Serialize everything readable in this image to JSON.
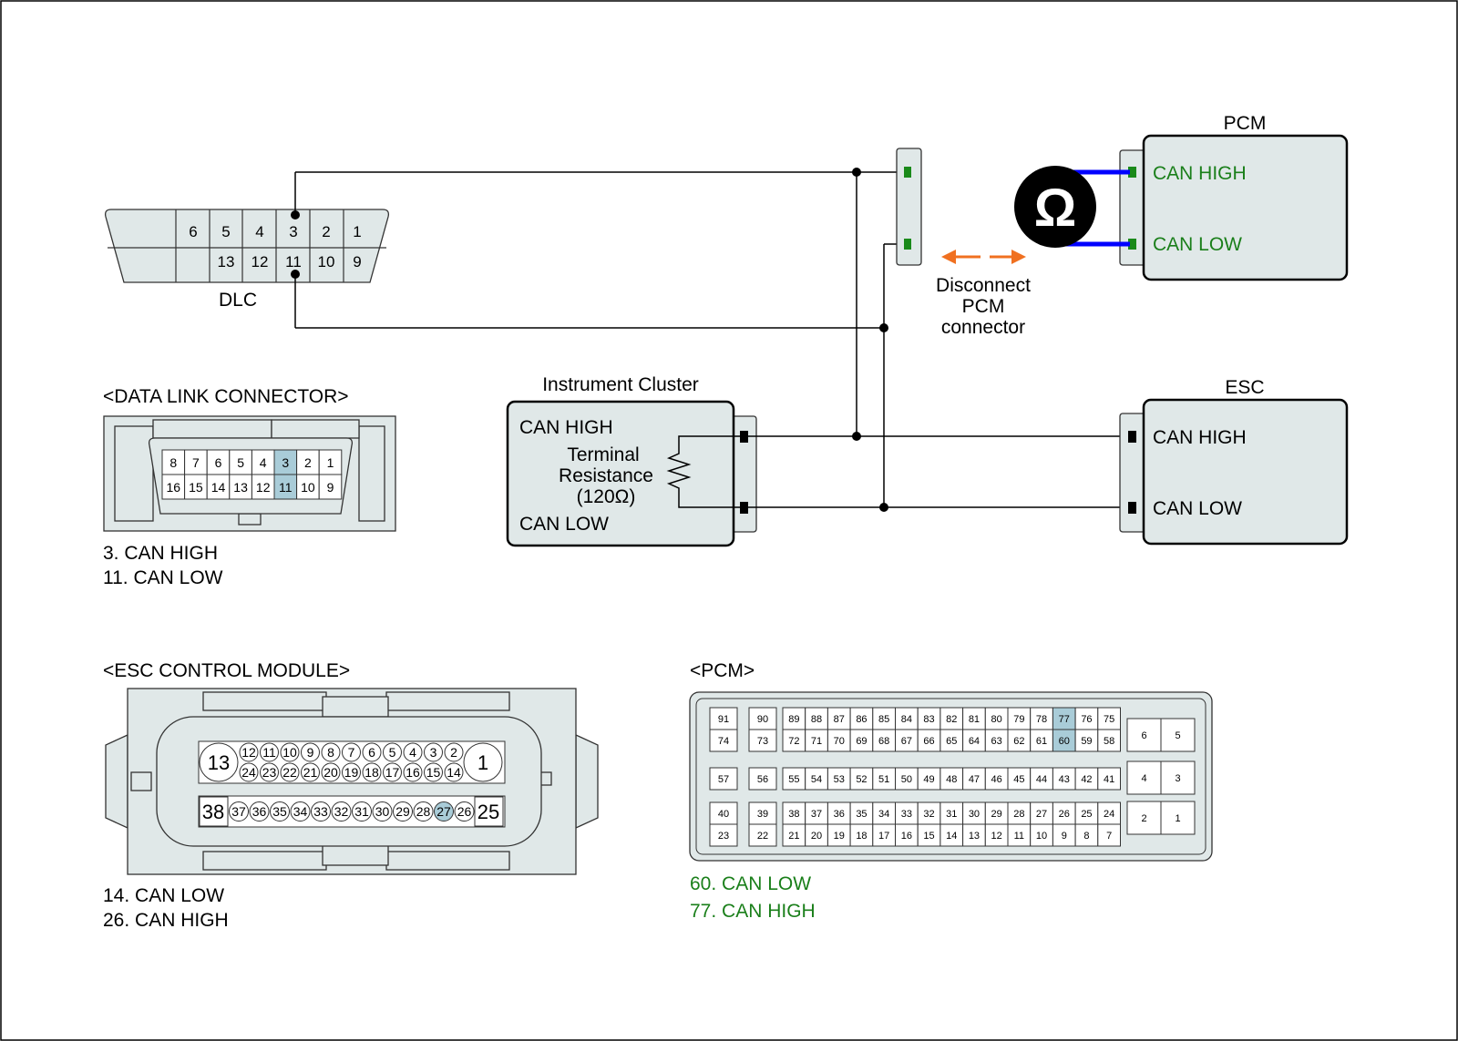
{
  "dlc": {
    "label": "DLC",
    "top_pins": [
      "6",
      "5",
      "4",
      "3",
      "2",
      "1"
    ],
    "bottom_pins": [
      "13",
      "12",
      "11",
      "10",
      "9"
    ]
  },
  "dlc_connector": {
    "title": "<DATA LINK CONNECTOR>",
    "top_pins": [
      "8",
      "7",
      "6",
      "5",
      "4",
      "3",
      "2",
      "1"
    ],
    "bottom_pins": [
      "16",
      "15",
      "14",
      "13",
      "12",
      "11",
      "10",
      "9"
    ],
    "highlighted": [
      "3",
      "11"
    ],
    "notes": [
      "3. CAN HIGH",
      "11. CAN LOW"
    ]
  },
  "pcm": {
    "title": "PCM",
    "can_high": "CAN HIGH",
    "can_low": "CAN LOW",
    "wire_color": "#0000ff",
    "terminal_color": "#1a8a1a"
  },
  "ohmmeter": {
    "symbol": "Ω"
  },
  "disconnect": {
    "lines": [
      "Disconnect",
      "PCM",
      "connector"
    ],
    "arrow_color": "#f07020"
  },
  "instrument_cluster": {
    "title": "Instrument Cluster",
    "can_high": "CAN HIGH",
    "can_low": "CAN LOW",
    "terminal_lines": [
      "Terminal",
      "Resistance",
      "(120Ω)"
    ]
  },
  "esc": {
    "title": "ESC",
    "can_high": "CAN HIGH",
    "can_low": "CAN LOW"
  },
  "esc_module": {
    "title": "<ESC CONTROL MODULE>",
    "row1": [
      "12",
      "11",
      "10",
      "9",
      "8",
      "7",
      "6",
      "5",
      "4",
      "3",
      "2"
    ],
    "row2": [
      "24",
      "23",
      "22",
      "21",
      "20",
      "19",
      "18",
      "17",
      "16",
      "15",
      "14"
    ],
    "row3": [
      "37",
      "36",
      "35",
      "34",
      "33",
      "32",
      "31",
      "30",
      "29",
      "28",
      "27",
      "26"
    ],
    "big_pins": [
      "13",
      "1",
      "38",
      "25"
    ],
    "highlighted": [
      "27"
    ],
    "notes": [
      "14. CAN LOW",
      "26. CAN HIGH"
    ]
  },
  "pcm_connector": {
    "title": "<PCM>",
    "main_rows": [
      [
        "89",
        "88",
        "87",
        "86",
        "85",
        "84",
        "83",
        "82",
        "81",
        "80",
        "79",
        "78",
        "77",
        "76",
        "75"
      ],
      [
        "72",
        "71",
        "70",
        "69",
        "68",
        "67",
        "66",
        "65",
        "64",
        "63",
        "62",
        "61",
        "60",
        "59",
        "58"
      ],
      [
        "55",
        "54",
        "53",
        "52",
        "51",
        "50",
        "49",
        "48",
        "47",
        "46",
        "45",
        "44",
        "43",
        "42",
        "41"
      ],
      [
        "38",
        "37",
        "36",
        "35",
        "34",
        "33",
        "32",
        "31",
        "30",
        "29",
        "28",
        "27",
        "26",
        "25",
        "24"
      ],
      [
        "21",
        "20",
        "19",
        "18",
        "17",
        "16",
        "15",
        "14",
        "13",
        "12",
        "11",
        "10",
        "9",
        "8",
        "7"
      ]
    ],
    "left_col_a": [
      "91",
      "74",
      "57",
      "40",
      "23"
    ],
    "left_col_b": [
      "90",
      "73",
      "56",
      "39",
      "22"
    ],
    "right_grid": [
      [
        "6",
        "5"
      ],
      [
        "4",
        "3"
      ],
      [
        "2",
        "1"
      ]
    ],
    "highlighted": [
      "77",
      "60"
    ],
    "notes": [
      "60. CAN LOW",
      "77. CAN HIGH"
    ]
  }
}
